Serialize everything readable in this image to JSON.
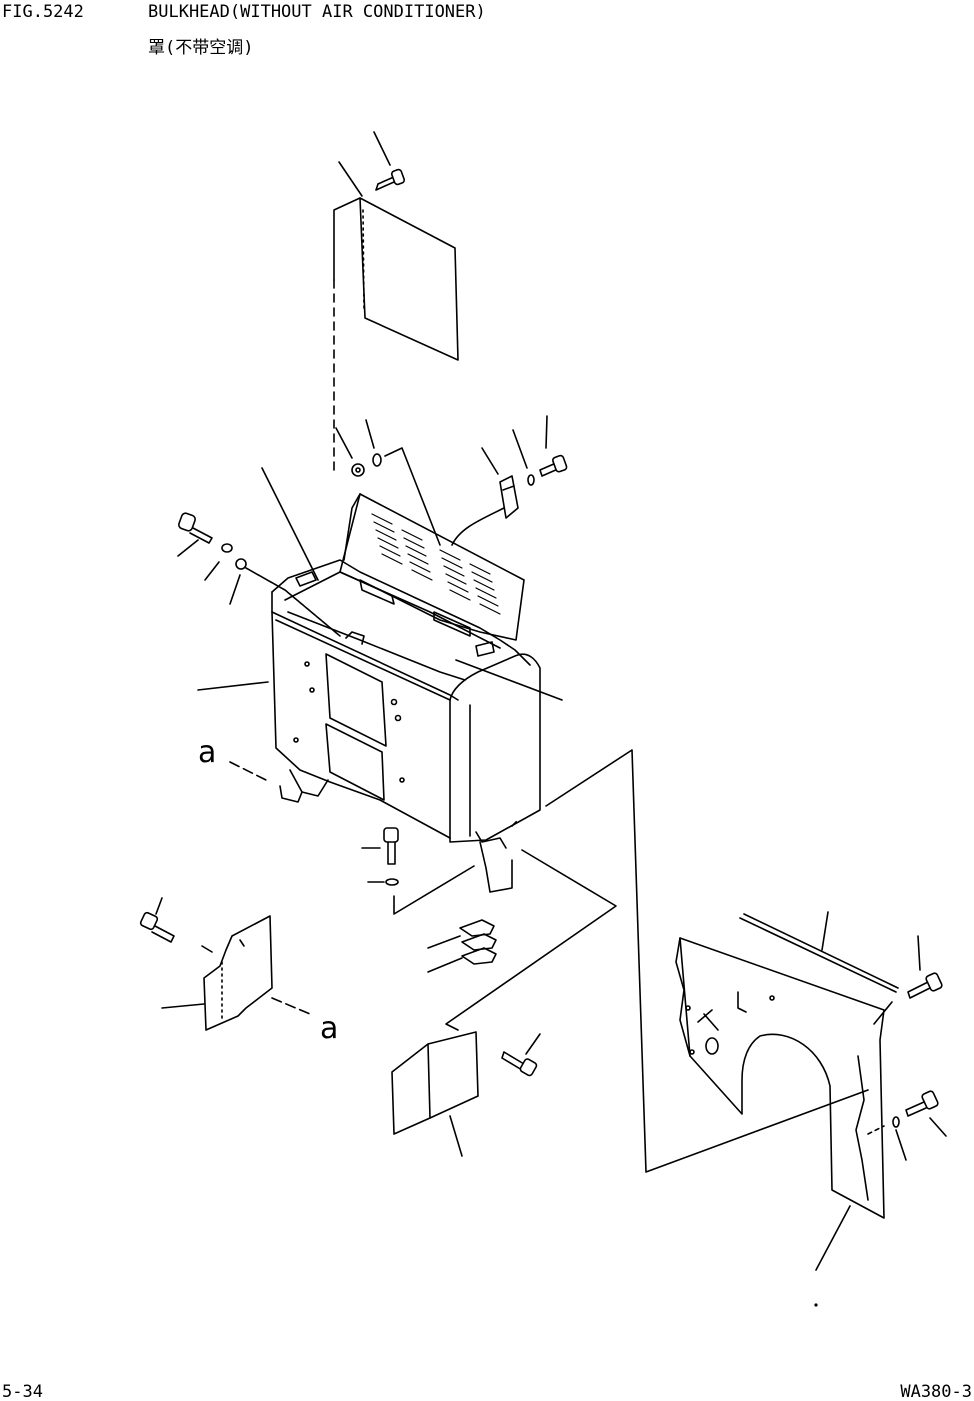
{
  "header": {
    "fig_number": "FIG.5242",
    "title": "BULKHEAD(WITHOUT AIR CONDITIONER)",
    "subtitle": "罩(不带空调)"
  },
  "callouts": {
    "a1": "a",
    "a2": "a"
  },
  "footer": {
    "page_number": "5-34",
    "model": "WA380-3"
  }
}
